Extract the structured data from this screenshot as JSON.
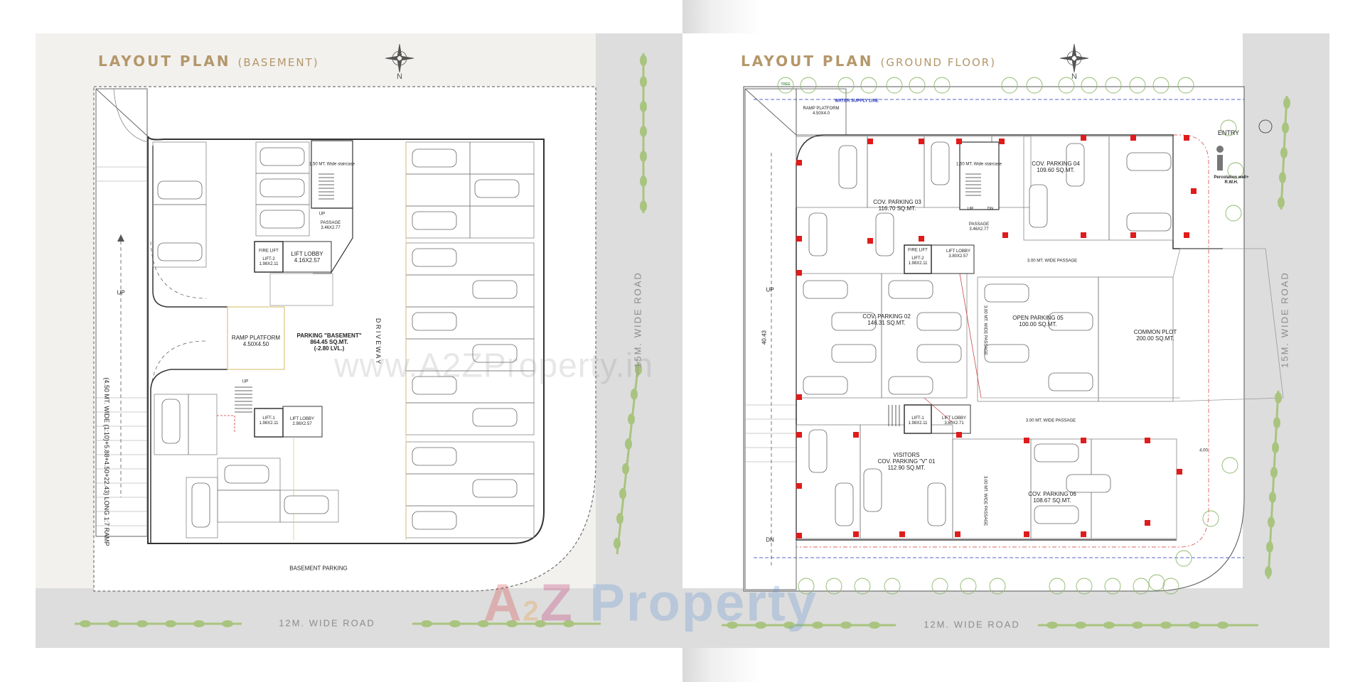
{
  "left": {
    "title": "LAYOUT PLAN",
    "subtitle": "(BASEMENT)",
    "north": "N",
    "road_bottom": "12M. WIDE ROAD",
    "road_right": "15M. WIDE ROAD",
    "labels": {
      "staircase": "1.50 MT. Wide staircase",
      "passage": "PASSAGE\n3.46X2.77",
      "up": "UP",
      "fire_lift": "FIRE LIFT",
      "lift2": "LIFT-2\n1.98X2.11",
      "lift_lobby_top": "LIFT LOBBY\n4.16X2.57",
      "ramp_platform": "RAMP PLATFORM\n4.50X4.50",
      "parking": "PARKING \"BASEMENT\"\n864.45 SQ.MT.\n(-2.80 LVL.)",
      "drive_way": "D R I V E   W A Y",
      "lift1": "LIFT-1\n1.98X2.11",
      "lift_lobby_bottom": "LIFT LOBBY\n2.98X2.57",
      "ramp_text": "(4.50 MT. WIDE (1:10)+5.88+4.50+22.43) LONG 1:7 RAMP",
      "basement_parking": "BASEMENT PARKING",
      "up_ramp": "UP"
    }
  },
  "right": {
    "title": "LAYOUT PLAN",
    "subtitle": "(GROUND FLOOR)",
    "north": "N",
    "road_bottom": "12M. WIDE ROAD",
    "road_right": "15M. WIDE ROAD",
    "labels": {
      "water_supply": "WATER SUPPLY LINE",
      "ramp_platform": "RAMP PLATFORM\n4.50X4.0",
      "staircase": "1.50 MT. Wide staircase",
      "cov3": "COV. PARKING 03\n116.70 SQ.MT.",
      "cov4": "COV. PARKING 04\n109.60 SQ.MT.",
      "entry": "ENTRY",
      "percolation": "Percolation well+\nR.W.H.",
      "passage": "PASSAGE\n3.46X2.77",
      "up": "UP",
      "dn": "DN",
      "fire_lift": "FIRE LIFT",
      "lift2": "LIFT-2\n1.98X2.11",
      "lift_lobby": "LIFT LOBBY\n3.80X2.57",
      "wide_passage_top": "3.00 MT. WIDE PASSAGE",
      "cov2": "COV. PARKING 02\n146.31 SQ.MT.",
      "vertical_passage": "3.00 MT. WIDE PASSAGE",
      "open5": "OPEN PARKING 05\n100.00 SQ.MT.",
      "common_plot": "COMMON PLOT\n200.00 SQ.MT.",
      "up_left": "UP",
      "dim_left": "40.43",
      "lift1": "LIFT-1\n1.98X2.11",
      "lift_lobby_b": "LIFT LOBBY\n3.80X2.71",
      "wide_passage_bottom": "3.00 MT. WIDE PASSAGE",
      "visitors": "VISITORS\nCOV. PARKING \"V\" 01\n112.90 SQ.MT.",
      "vertical_passage_b": "3.00 MT. WIDE PASSAGE",
      "cov6": "COV. PARKING 06\n108.67 SQ.MT.",
      "dn_bottom": "DN",
      "dim_right": "4.00",
      "tree": "TREE"
    }
  },
  "watermark": "www.A2ZProperty.in",
  "brand": {
    "a": "A",
    "two": "2",
    "z": "Z ",
    "word": "Property",
    "colors": {
      "a": "#d83b3b",
      "two": "#e8942a",
      "z": "#c0286a",
      "p": "#2b63b8",
      "r": "#e8942a",
      "o": "#d83b3b",
      "p2": "#5aa03a",
      "e": "#2b63b8",
      "rt": "#e8942a",
      "t": "#5aa03a",
      "y": "#c0286a"
    }
  },
  "colors": {
    "title": "#b4976a",
    "road": "#dcdcdc",
    "tree": "#9dbb74",
    "column": "#e01b1b",
    "wall": "#333333"
  }
}
